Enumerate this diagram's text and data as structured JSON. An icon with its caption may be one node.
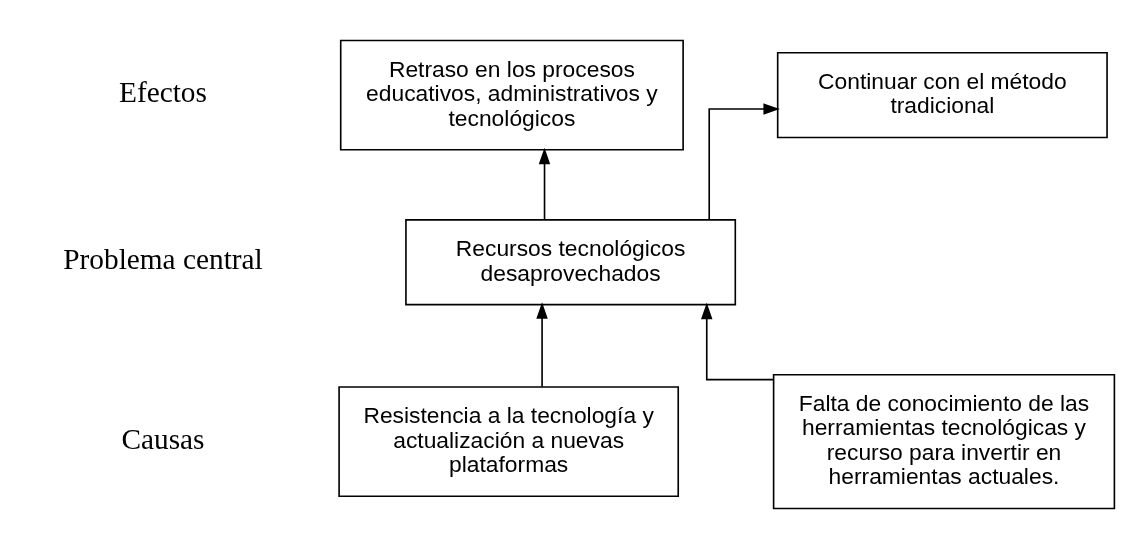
{
  "diagram": {
    "nodes": [
      {
        "text": [
          "Retraso en los procesos educativos, administrativos y tecnológicos"
        ]
      },
      {
        "text": [
          "Continuar con el método tradicional"
        ]
      },
      {
        "text": [
          "Recursos tecnológicos desaprovechados"
        ]
      },
      {
        "text": [
          "Resistencia a la tecnología y actualización a nuevas plataformas"
        ]
      },
      {
        "text": [
          "Falta de conocimiento de las herramientas tecnológicas y recurso para invertir en herramientas actuales."
        ]
      }
    ],
    "edges": [
      {
        "from": 2,
        "to": 0,
        "arrow": "to"
      },
      {
        "from": 2,
        "to": 1,
        "arrow": "to"
      },
      {
        "from": 3,
        "to": 2,
        "arrow": "to"
      },
      {
        "from": 4,
        "to": 2,
        "arrow": "to"
      }
    ],
    "labels": [
      "Efectos",
      "Problema central",
      "Causas"
    ]
  }
}
